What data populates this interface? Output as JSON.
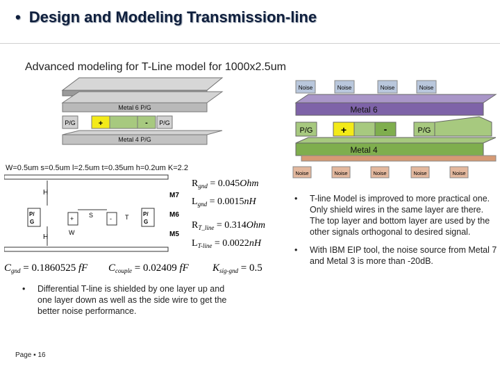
{
  "title": "Design and Modeling Transmission-line",
  "bullet_char": "•",
  "subtitle": "Advanced modeling for T-Line model for 1000x2.5um",
  "left_stack": {
    "metal6": "Metal 6 P/G",
    "pg_left": "P/G",
    "pg_right": "P/G",
    "plus": "+",
    "minus": "-",
    "metal4": "Metal 4 P/G"
  },
  "right_stack": {
    "noise_labels": [
      "Noise",
      "Noise",
      "Noise",
      "Noise"
    ],
    "metal6": "Metal 6",
    "pg_left": "P/G",
    "pg_right": "P/G",
    "plus": "+",
    "minus": "-",
    "metal4": "Metal 4",
    "bottom_noise_labels": [
      "Noise",
      "Noise",
      "Noise",
      "Noise",
      "Noise"
    ]
  },
  "cross_section": {
    "caption": "W=0.5um  s=0.5um  l=2.5um  t=0.35um  h=0.2um K=2.2",
    "labels": {
      "H_top": "H",
      "H_bottom": "H",
      "PG_left": "P/\nG",
      "PG_right": "P/\nG",
      "S": "S",
      "T": "T",
      "W": "W",
      "M7": "M7",
      "M6": "M6",
      "M5": "M5",
      "plus": "+",
      "minus": "-"
    }
  },
  "equations": {
    "rgnd": "Rgnd = 0.045Ohm",
    "lgnd": "Lgnd = 0.0015nH",
    "rtline": "RT_line = 0.314Ohm",
    "ltline": "LT-line = 0.0022nH",
    "cgnd": "Cgnd = 0.1860525 fF",
    "ccouple": "Ccouple = 0.02409 fF",
    "ksig": "Ksig-gnd = 0.5"
  },
  "left_bullets": [
    "Differential T-line is shielded by one layer up and one layer down as well as the side wire to get the better noise performance."
  ],
  "right_bullets": [
    "T-line Model is improved to more practical one. Only shield wires in the same layer are there. The top layer and bottom layer are used by the other signals orthogonal to desired signal.",
    "With IBM EIP tool, the noise source from Metal 7 and Metal 3 is more than -20dB."
  ],
  "footer": "Page ▪ 16",
  "colors": {
    "title": "#0f1f3d",
    "metal_gray": "#c8c8c8",
    "metal6_purple": "#7e63a8",
    "metal4_green": "#7fae4e",
    "pg_green": "#a7c97f",
    "signal_yellow": "#f3ea18",
    "noise_top": "#b9c7dc",
    "noise_bottom": "#e3b89e"
  }
}
